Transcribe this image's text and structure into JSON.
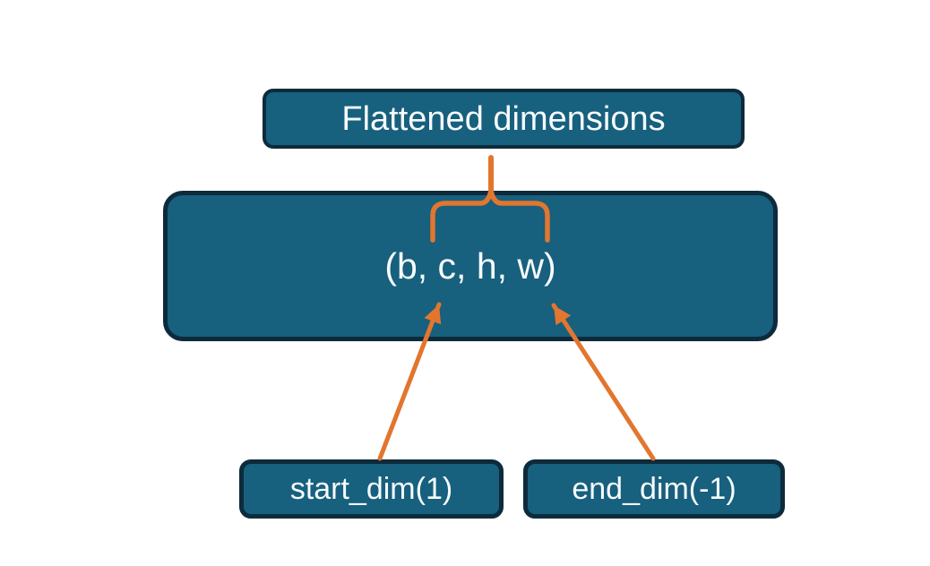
{
  "title": "Tensor flatten dimensions diagram",
  "colors": {
    "background": "#ffffff",
    "box_fill": "#17607e",
    "box_border": "#0d2b3c",
    "accent_orange": "#e2762e",
    "text": "#f7fafc"
  },
  "diagram": {
    "top_box": {
      "label": "Flattened dimensions"
    },
    "main_box": {
      "label": "(b, c, h, w)"
    },
    "start_dim_box": {
      "label": "start_dim(1)"
    },
    "end_dim_box": {
      "label": "end_dim(-1)"
    },
    "connectors": [
      {
        "name": "brace-flattened-span",
        "type": "curly-brace",
        "from": "main_box dims c..w",
        "to": "top_box"
      },
      {
        "name": "arrow-start-dim",
        "type": "arrow",
        "from": "start_dim_box",
        "to": "main_box"
      },
      {
        "name": "arrow-end-dim",
        "type": "arrow",
        "from": "end_dim_box",
        "to": "main_box"
      }
    ]
  }
}
